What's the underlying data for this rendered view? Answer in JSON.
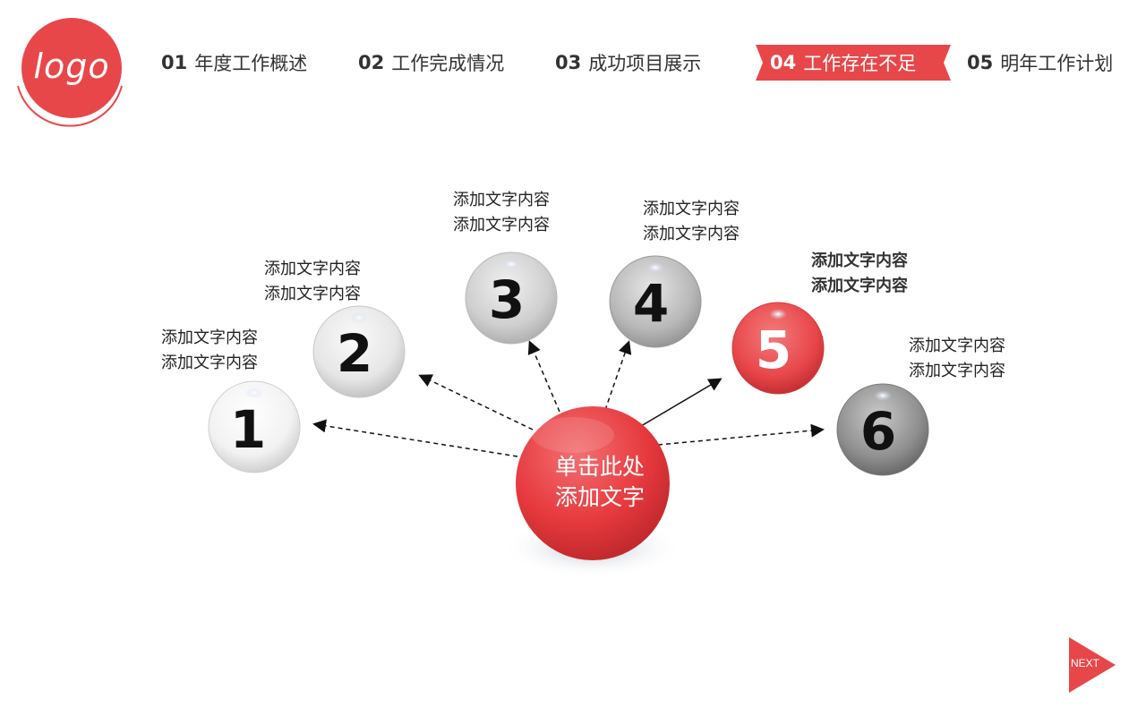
{
  "logo": {
    "text": "logo"
  },
  "nav": {
    "items": [
      {
        "num": "01",
        "label": "年度工作概述"
      },
      {
        "num": "02",
        "label": "工作完成情况"
      },
      {
        "num": "03",
        "label": "成功项目展示"
      },
      {
        "num": "04",
        "label": "工作存在不足"
      },
      {
        "num": "05",
        "label": "明年工作计划"
      }
    ],
    "active_index": 3
  },
  "diagram": {
    "center": {
      "line1": "单击此处",
      "line2": "添加文字"
    },
    "nodes": [
      {
        "number": "1",
        "text1": "添加文字内容",
        "text2": "添加文字内容"
      },
      {
        "number": "2",
        "text1": "添加文字内容",
        "text2": "添加文字内容"
      },
      {
        "number": "3",
        "text1": "添加文字内容",
        "text2": "添加文字内容"
      },
      {
        "number": "4",
        "text1": "添加文字内容",
        "text2": "添加文字内容"
      },
      {
        "number": "5",
        "text1": "添加文字内容",
        "text2": "添加文字内容"
      },
      {
        "number": "6",
        "text1": "添加文字内容",
        "text2": "添加文字内容"
      }
    ]
  },
  "next": {
    "label": "NEXT"
  },
  "colors": {
    "accent": "#e8474a",
    "text": "#333333"
  }
}
